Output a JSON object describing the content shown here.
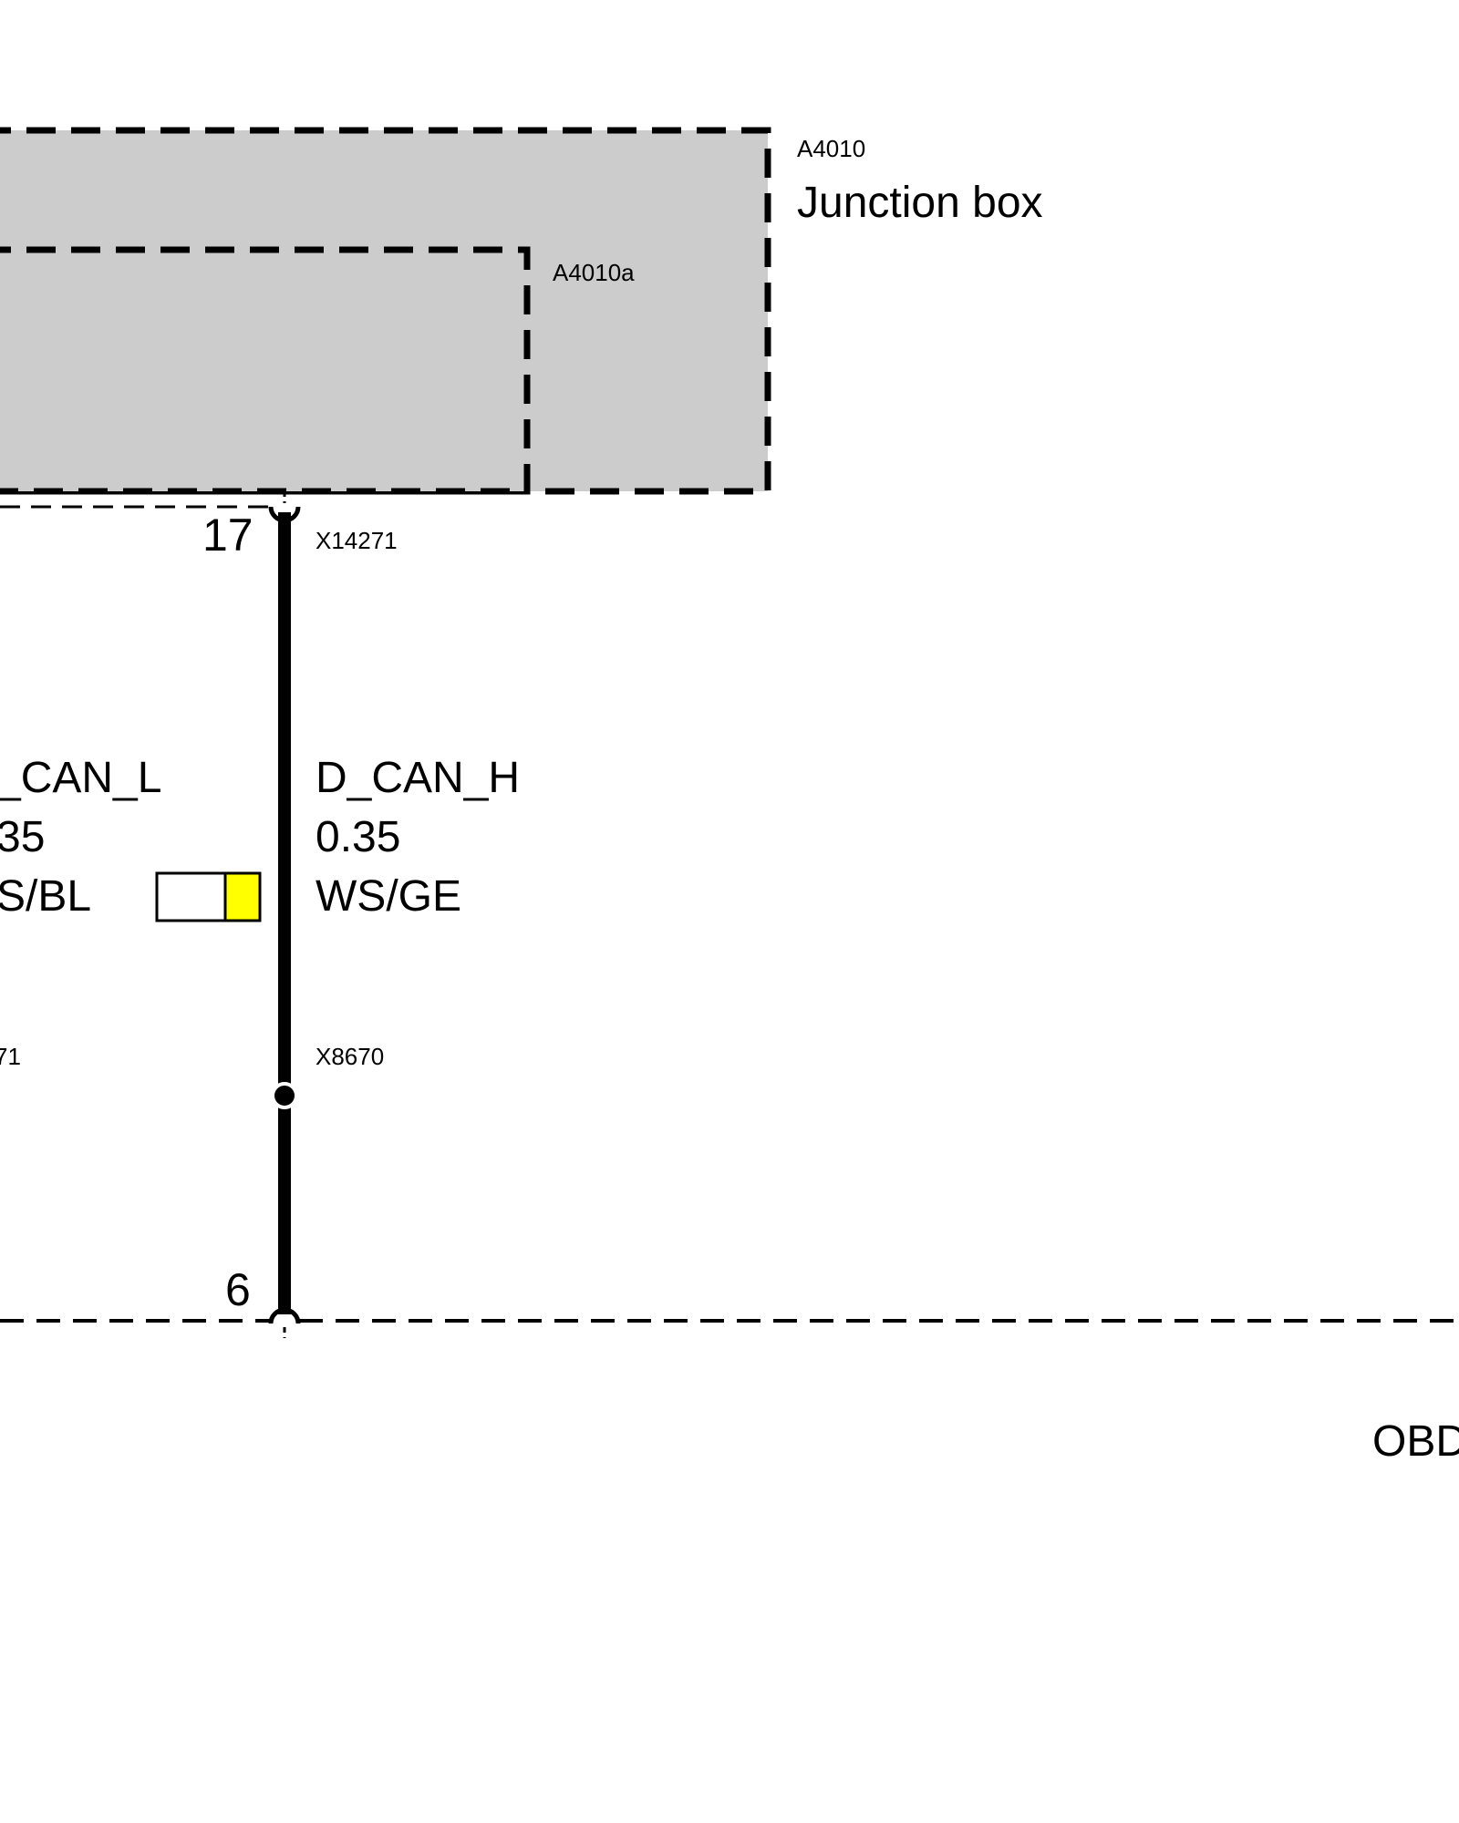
{
  "components": {
    "outer": {
      "id": "A4010",
      "name": "Junction box"
    },
    "inner": {
      "id": "A4010a"
    },
    "bottom": {
      "name": "OBD"
    }
  },
  "connectors": {
    "top_pin_left": "17",
    "top_connector": "X14271",
    "left_connector_partial": "71",
    "mid_connector": "X8670",
    "bottom_pin": "6"
  },
  "wires": {
    "left": {
      "signal": "_CAN_L",
      "cross_section": "35",
      "color": "S/BL"
    },
    "right": {
      "signal": "D_CAN_H",
      "cross_section": "0.35",
      "color": "WS/GE"
    }
  },
  "colors": {
    "box_fill": "#cccccc",
    "line": "#000000",
    "swatch_white": "#ffffff",
    "swatch_yellow": "#ffff00"
  }
}
